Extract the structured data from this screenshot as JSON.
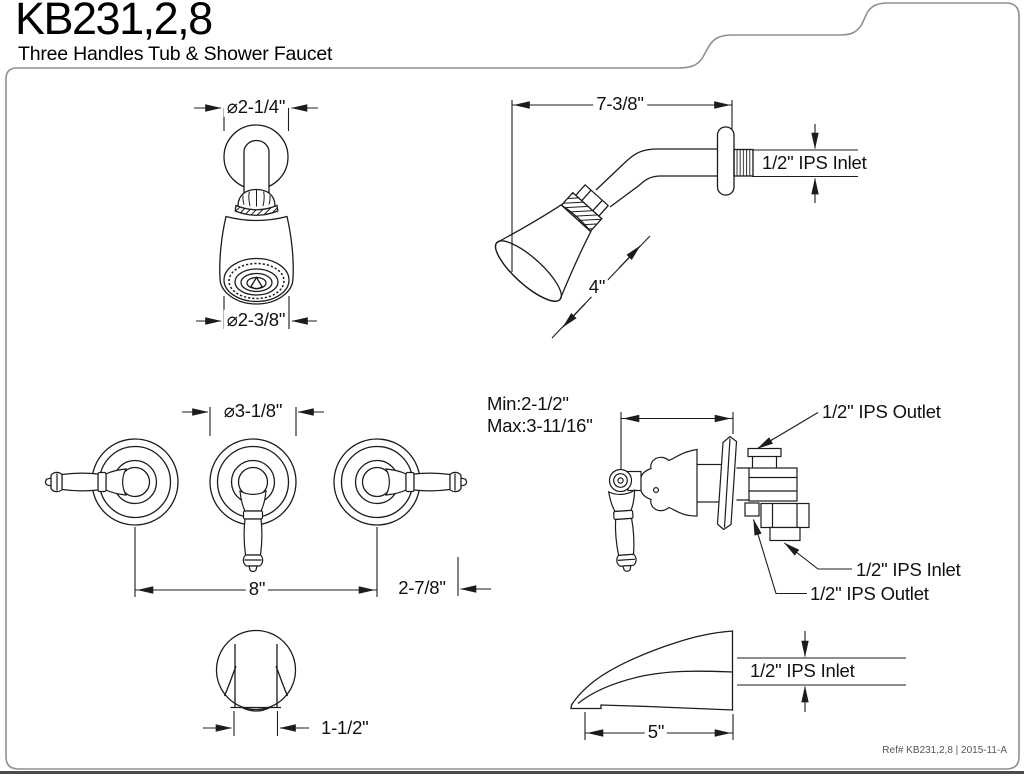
{
  "header": {
    "model_number": "KB231,2,8",
    "product_title": "Three Handles Tub & Shower Faucet"
  },
  "footer": {
    "reference": "Ref# KB231,2,8 | 2015-11-A"
  },
  "colors": {
    "line": "#1c1c1c",
    "frame": "#8f8f8f",
    "footer_bar": "#4b4b4b"
  },
  "views": {
    "showerhead_front": {
      "dim_flange_diameter": "⌀2-1/4\"",
      "dim_face_diameter": "⌀2-3/8\""
    },
    "showerhead_side": {
      "dim_reach": "7-3/8\"",
      "dim_head_length": "4\"",
      "label_inlet": "1/2\" IPS Inlet"
    },
    "handles_front": {
      "dim_escutcheon_diameter": "⌀3-1/8\"",
      "dim_handle_spread": "8\"",
      "dim_handle_length": "2-7/8\""
    },
    "valve_side": {
      "dim_wall_min": "Min:2-1/2\"",
      "dim_wall_max": "Max:3-11/16\"",
      "label_outlet_top": "1/2\" IPS Outlet",
      "label_inlet": "1/2\" IPS Inlet",
      "label_outlet_bottom": "1/2\" IPS Outlet"
    },
    "tub_spout_front": {
      "dim_width": "1-1/2\""
    },
    "tub_spout_side": {
      "dim_length": "5\"",
      "label_inlet": "1/2\" IPS Inlet"
    }
  }
}
